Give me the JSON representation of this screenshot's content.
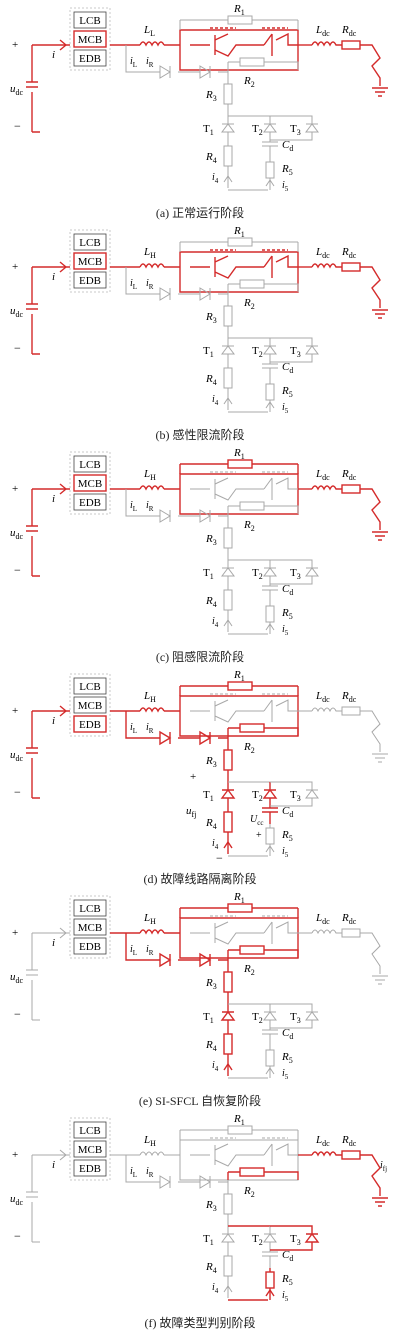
{
  "colors": {
    "active": "#d42b2b",
    "inactive": "#a8a8a8",
    "text": "#222222",
    "box": "#c8c8c8"
  },
  "panels": [
    {
      "caption": "(a) 正常运行阶段",
      "lh": "L",
      "lh_sub": "L",
      "show_ufj": false,
      "show_ucc": false,
      "show_ifj": false,
      "red": [
        "supply",
        "cb_mcb",
        "mid",
        "igbt",
        "out"
      ]
    },
    {
      "caption": "(b) 感性限流阶段",
      "lh": "L",
      "lh_sub": "H",
      "show_ufj": false,
      "show_ucc": false,
      "show_ifj": false,
      "red": [
        "supply",
        "cb_mcb",
        "mid",
        "igbt",
        "out"
      ]
    },
    {
      "caption": "(c) 阻感限流阶段",
      "lh": "L",
      "lh_sub": "H",
      "show_ufj": false,
      "show_ucc": false,
      "show_ifj": false,
      "red": [
        "supply",
        "cb_mcb",
        "mid",
        "r1",
        "out"
      ]
    },
    {
      "caption": "(d) 故障线路隔离阶段",
      "lh": "L",
      "lh_sub": "H",
      "show_ufj": true,
      "show_ucc": true,
      "show_ifj": false,
      "red": [
        "supply",
        "cb_edb",
        "mid",
        "r1",
        "r2",
        "diode",
        "bottom",
        "t1",
        "r4",
        "tcharge"
      ]
    },
    {
      "caption": "(e) SI-SFCL 自恢复阶段",
      "lh": "L",
      "lh_sub": "H",
      "show_ufj": false,
      "show_ucc": false,
      "show_ifj": false,
      "red": [
        "mid",
        "r1",
        "r2",
        "diode",
        "bottom",
        "t1",
        "r4"
      ]
    },
    {
      "caption": "(f) 故障类型判别阶段",
      "lh": "L",
      "lh_sub": "H",
      "show_ufj": false,
      "show_ucc": false,
      "show_ifj": true,
      "red": [
        "r2",
        "out",
        "bottom_part",
        "t3",
        "r5"
      ]
    }
  ],
  "labels": {
    "plus": "+",
    "minus": "−",
    "u": "u",
    "u_sub": "dc",
    "i": "i",
    "LCB": "LCB",
    "MCB": "MCB",
    "EDB": "EDB",
    "R1": "R",
    "R1s": "1",
    "R2": "R",
    "R2s": "2",
    "R3": "R",
    "R3s": "3",
    "R4": "R",
    "R4s": "4",
    "R5": "R",
    "R5s": "5",
    "Ldc": "L",
    "Ldcs": "dc",
    "Rdc": "R",
    "Rdcs": "dc",
    "iL": "i",
    "iLs": "L",
    "iR": "i",
    "iRs": "R",
    "T1": "T",
    "T1s": "1",
    "T2": "T",
    "T2s": "2",
    "T3": "T",
    "T3s": "3",
    "Cd": "C",
    "Cds": "d",
    "i4": "i",
    "i4s": "4",
    "i5": "i",
    "i5s": "5",
    "ufj": "u",
    "ufjs": "fj",
    "ucc": "U",
    "uccs": "cc",
    "ifj": "i",
    "ifjs": "fj"
  }
}
